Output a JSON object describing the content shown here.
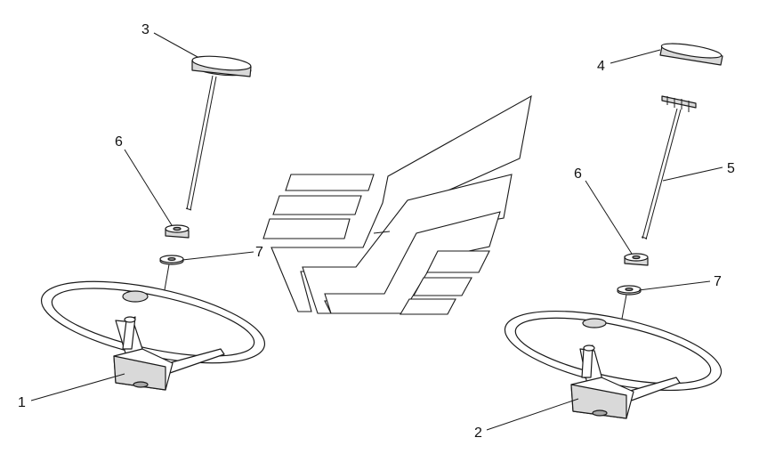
{
  "callouts": {
    "c1": "1",
    "c2": "2",
    "c3": "3",
    "c4": "4",
    "c5": "5",
    "c6_left": "6",
    "c6_right": "6",
    "c7_left": "7",
    "c7_right": "7"
  },
  "parts": [
    {
      "number": "1",
      "name": "steering-wheel-left"
    },
    {
      "number": "2",
      "name": "steering-wheel-right"
    },
    {
      "number": "3",
      "name": "horn-cap-with-rod"
    },
    {
      "number": "4",
      "name": "horn-cap"
    },
    {
      "number": "5",
      "name": "contact-rod"
    },
    {
      "number": "6",
      "name": "nut"
    },
    {
      "number": "7",
      "name": "washer"
    }
  ],
  "colors": {
    "line": "#1a1a1a",
    "shade": "#d9d9d9",
    "background": "#ffffff"
  }
}
